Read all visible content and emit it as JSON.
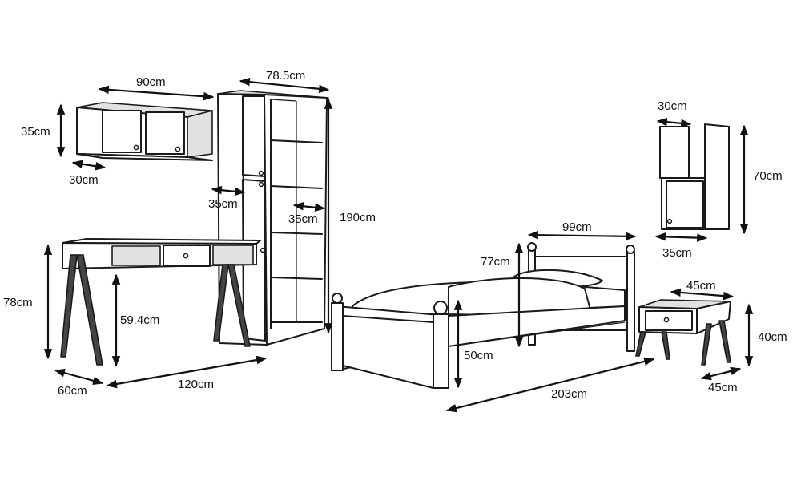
{
  "dimensions": {
    "wall_shelf_width": "90cm",
    "wall_shelf_height": "35cm",
    "wall_shelf_depth": "30cm",
    "bookcase_width": "78.5cm",
    "bookcase_height": "190cm",
    "bookcase_depth_left": "35cm",
    "bookcase_depth_right": "35cm",
    "desk_height": "78cm",
    "desk_leg_clearance": "59.4cm",
    "desk_depth": "60cm",
    "desk_width": "120cm",
    "bed_headboard_width": "99cm",
    "bed_headboard_height": "77cm",
    "bed_side_height": "50cm",
    "bed_length": "203cm",
    "small_shelf_depth": "30cm",
    "small_shelf_height": "70cm",
    "small_shelf_width": "35cm",
    "nightstand_width": "45cm",
    "nightstand_height": "40cm",
    "nightstand_depth": "45cm"
  }
}
